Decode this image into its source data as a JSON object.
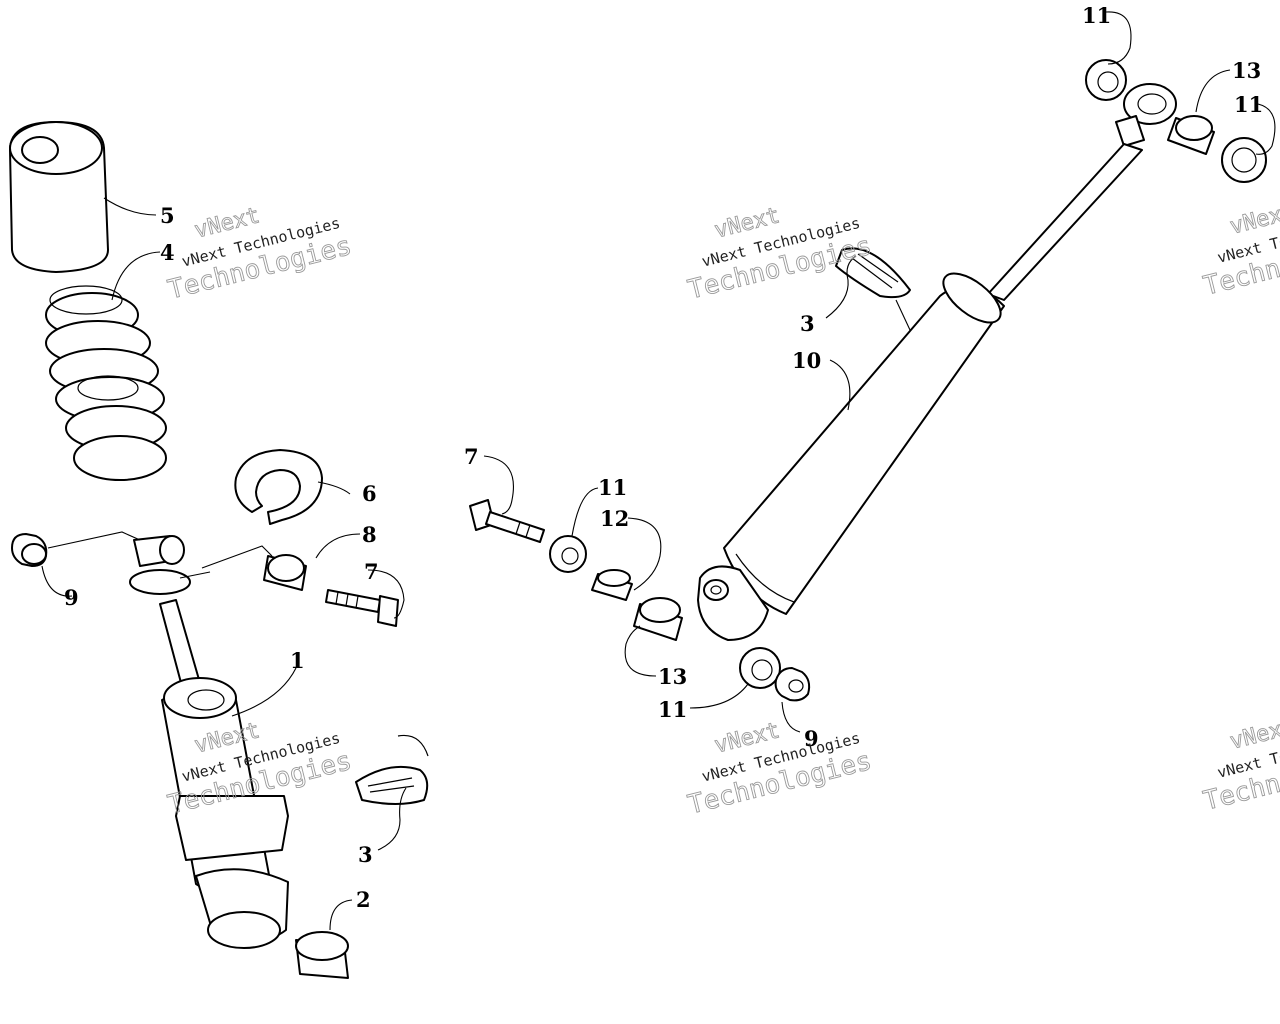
{
  "callouts": {
    "c1": "1",
    "c2": "2",
    "c3a": "3",
    "c3b": "3",
    "c4": "4",
    "c5": "5",
    "c6": "6",
    "c7a": "7",
    "c7b": "7",
    "c8": "8",
    "c9a": "9",
    "c9b": "9",
    "c10": "10",
    "c11a": "11",
    "c11b": "11",
    "c11c": "11",
    "c11d": "11",
    "c12": "12",
    "c13a": "13",
    "c13b": "13"
  },
  "watermark": {
    "line1": "vNext",
    "line2": "vNext Technologies",
    "line3": "Technologies"
  },
  "colors": {
    "line": "#000000",
    "background": "#ffffff",
    "watermark": "#9a9a9a"
  }
}
